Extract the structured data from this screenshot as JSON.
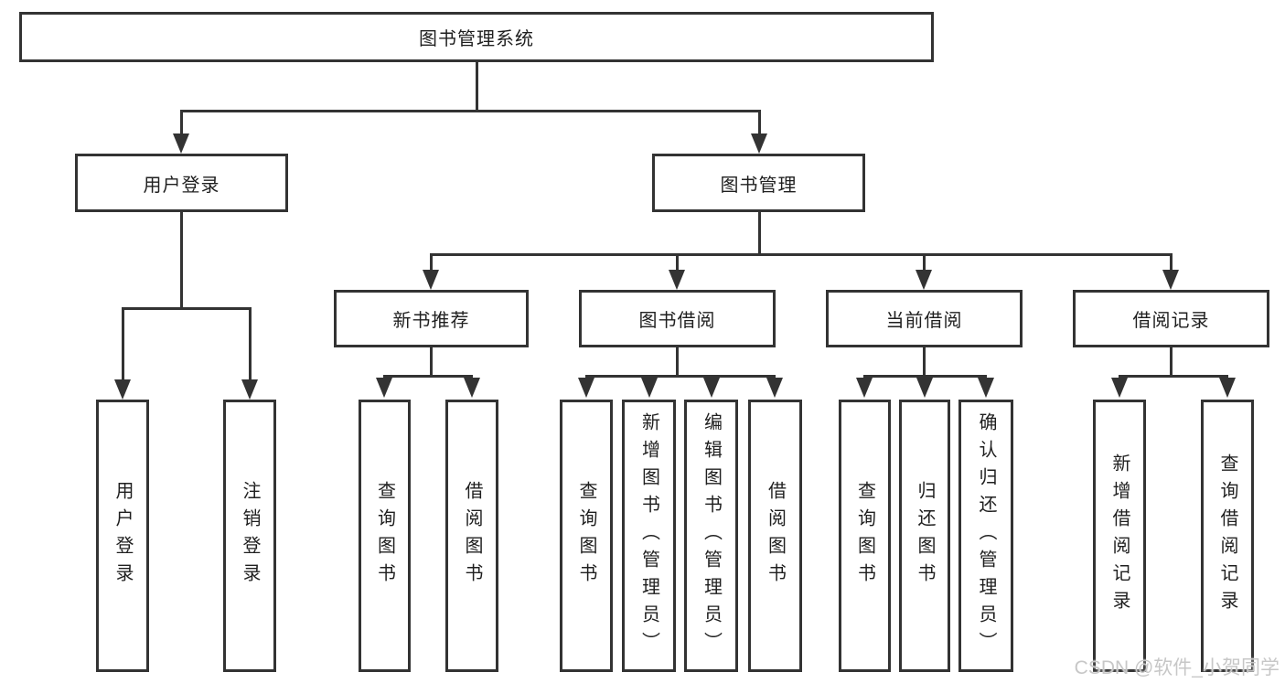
{
  "colors": {
    "line": "#333333",
    "text": "#1f1f1f",
    "bg": "#ffffff",
    "box_bg": "#ffffff",
    "watermark": "#c7c7c7"
  },
  "diagram": {
    "title": "图书管理系统",
    "level2": {
      "user_login": "用户登录",
      "book_mgmt": "图书管理"
    },
    "login_children": {
      "login": "用户登录",
      "logout": "注销登录"
    },
    "mgmt_children": {
      "new_book_rec": "新书推荐",
      "book_borrow": "图书借阅",
      "current_borrow": "当前借阅",
      "borrow_record": "借阅记录"
    },
    "new_book_rec_children": {
      "query": "查询图书",
      "borrow": "借阅图书"
    },
    "book_borrow_children": {
      "query": "查询图书",
      "add": "新增图书（管理员）",
      "edit": "编辑图书（管理员）",
      "borrow": "借阅图书"
    },
    "current_borrow_children": {
      "query": "查询图书",
      "return": "归还图书",
      "confirm_return": "确认归还（管理员）"
    },
    "borrow_record_children": {
      "add": "新增借阅记录",
      "query": "查询借阅记录"
    }
  },
  "watermark": "CSDN @软件_小贺同学"
}
